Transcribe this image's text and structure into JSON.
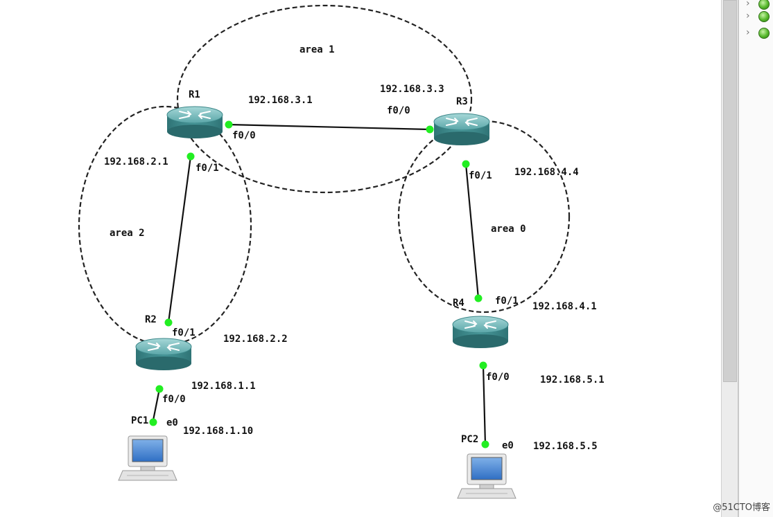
{
  "diagram": {
    "areas": [
      {
        "id": "area1",
        "label": "area 1"
      },
      {
        "id": "area2",
        "label": "area 2"
      },
      {
        "id": "area0",
        "label": "area 0"
      }
    ],
    "routers": [
      {
        "id": "R1",
        "label": "R1"
      },
      {
        "id": "R2",
        "label": "R2"
      },
      {
        "id": "R3",
        "label": "R3"
      },
      {
        "id": "R4",
        "label": "R4"
      }
    ],
    "pcs": [
      {
        "id": "PC1",
        "label": "PC1"
      },
      {
        "id": "PC2",
        "label": "PC2"
      }
    ],
    "interfaces": {
      "r1_f00": "f0/0",
      "r1_f01": "f0/1",
      "r3_f00": "f0/0",
      "r3_f01": "f0/1",
      "r2_f01": "f0/1",
      "r2_f00": "f0/0",
      "r4_f01": "f0/1",
      "r4_f00": "f0/0",
      "pc1_e0": "e0",
      "pc2_e0": "e0"
    },
    "ips": {
      "r1_f00": "192.168.3.1",
      "r3_f00": "192.168.3.3",
      "r1_f01": "192.168.2.1",
      "r2_f01": "192.168.2.2",
      "r2_f00": "192.168.1.1",
      "pc1": "192.168.1.10",
      "r3_f01": "192.168.4.4",
      "r4_f01": "192.168.4.1",
      "r4_f00": "192.168.5.1",
      "pc2": "192.168.5.5"
    },
    "colors": {
      "router_body": "#3f8d8f",
      "router_top": "#7fc0c0",
      "link": "#111111",
      "port": "#22ee22",
      "area_border": "#222222"
    }
  },
  "side_panel": {
    "items": [
      {
        "icon": "chevron-right-icon",
        "status": "running-status-icon"
      },
      {
        "icon": "chevron-right-icon",
        "status": "running-status-icon"
      },
      {
        "icon": "chevron-right-icon",
        "status": "running-status-icon"
      }
    ]
  },
  "watermark": "@51CTO博客"
}
